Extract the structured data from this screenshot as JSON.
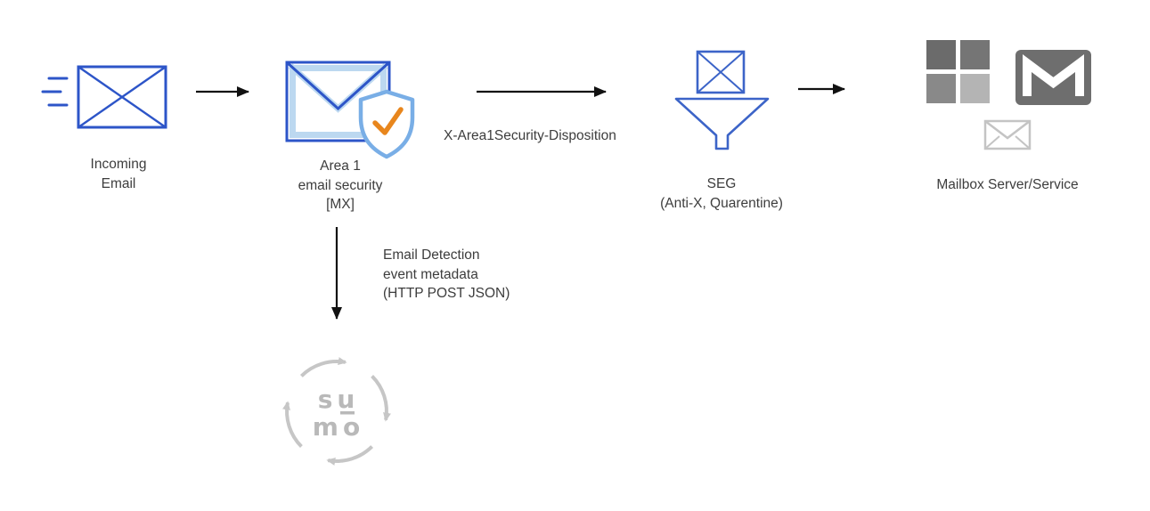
{
  "colors": {
    "envelope_blue": "#2d55c8",
    "area1_light_blue": "#bcd8f0",
    "shield_blue": "#79aee6",
    "check_orange": "#e8861d",
    "funnel_blue": "#3c64c8",
    "arrow_black": "#111111",
    "label_text": "#3d3d3d",
    "ms_square_top_left": "#6b6b6b",
    "ms_square_top_right": "#757575",
    "ms_square_bottom_left": "#898989",
    "ms_square_bottom_right": "#b4b4b4",
    "gmail_gray": "#6e6e6e",
    "small_envelope_gray": "#c4c4c4",
    "sumo_gray": "#c6c6c6"
  },
  "icons": {
    "incoming_email": "envelope-with-speed-lines-icon",
    "area1": "envelope-with-shield-check-icon",
    "seg": "envelope-over-funnel-icon",
    "microsoft": "four-squares-logo-icon",
    "gmail": "envelope-m-icon",
    "small_envelope": "envelope-outline-icon",
    "sumo": "circular-arrows-logo",
    "flow": "right-arrow",
    "metadata": "down-arrow"
  },
  "nodes": {
    "incoming_email": {
      "label": [
        "Incoming",
        "Email"
      ]
    },
    "area1": {
      "label": [
        "Area 1",
        "email security",
        "[MX]"
      ]
    },
    "seg": {
      "label": [
        "SEG",
        "(Anti-X, Quarentine)"
      ]
    },
    "mailbox": {
      "label": "Mailbox Server/Service"
    },
    "sumo": {
      "wordmark": [
        "su",
        "mo"
      ]
    }
  },
  "edges": {
    "to_seg": {
      "label": "X-Area1Security-Disposition"
    },
    "to_sumo": {
      "label": [
        "Email Detection",
        "event metadata",
        "(HTTP POST JSON)"
      ]
    }
  }
}
